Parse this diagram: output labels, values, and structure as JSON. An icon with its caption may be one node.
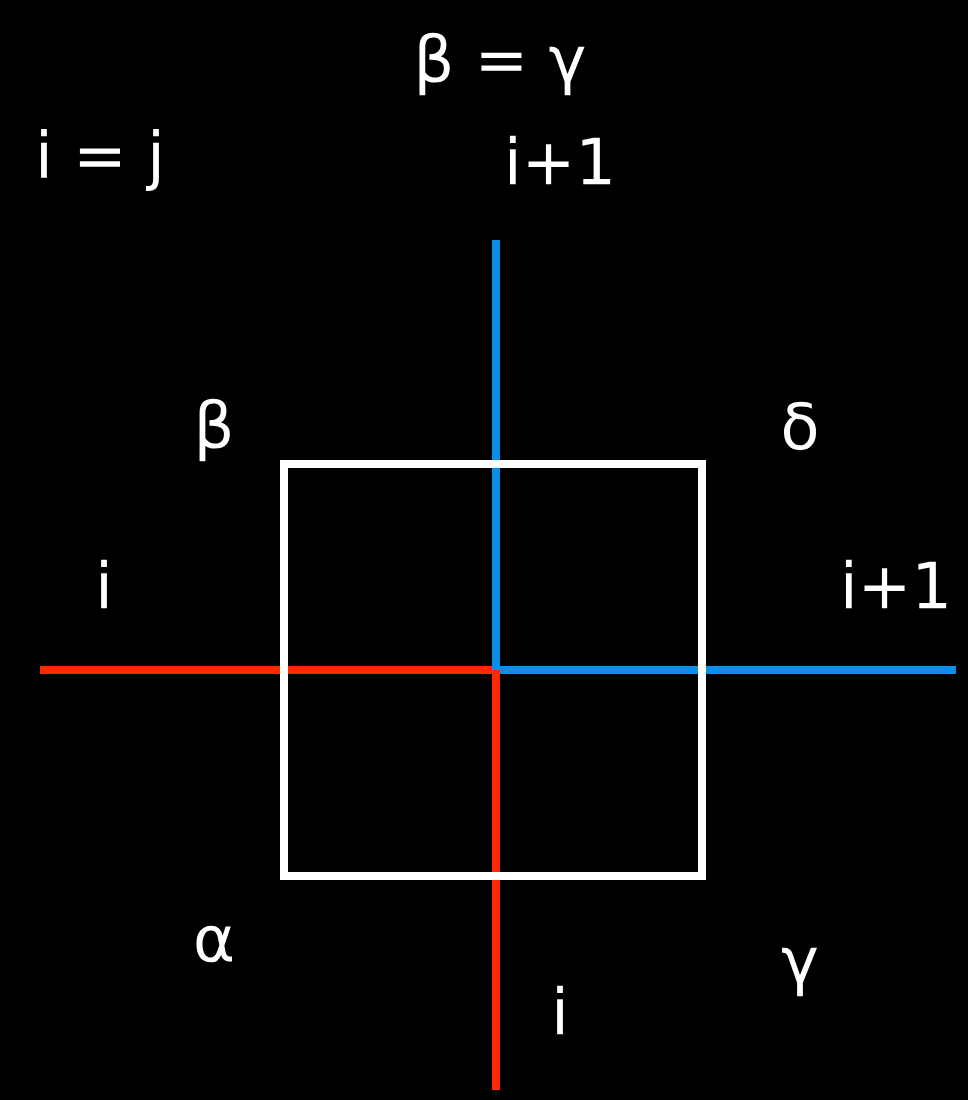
{
  "diagram": {
    "nodes": [
      {
        "text": [],
        "shape": "box"
      }
    ],
    "labels": [
      "β = γ",
      "i = j",
      "i+1",
      "β",
      "δ",
      "i",
      "i+1",
      "α",
      "γ",
      "i"
    ]
  }
}
